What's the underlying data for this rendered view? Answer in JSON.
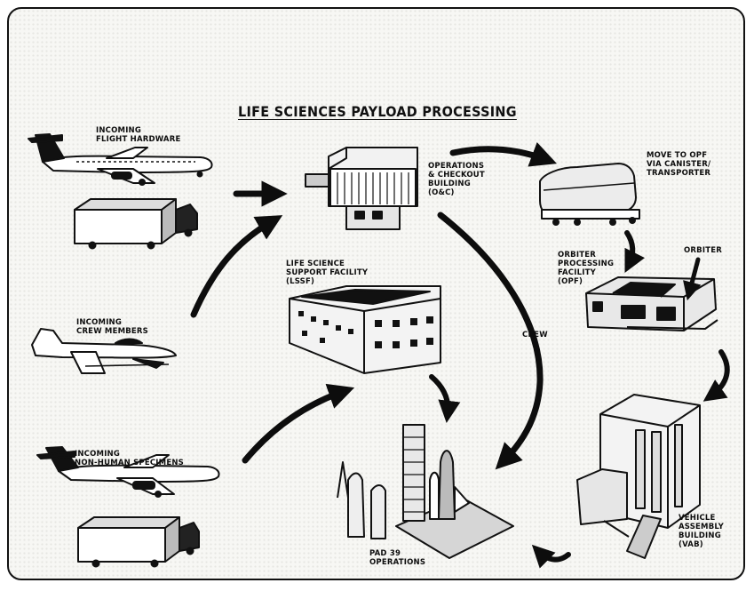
{
  "title": "LIFE SCIENCES PAYLOAD PROCESSING",
  "labels": {
    "incoming_flight_hardware": "INCOMING\nFLIGHT HARDWARE",
    "incoming_crew_members": "INCOMING\nCREW MEMBERS",
    "incoming_non_human_specimens": "INCOMING\nNON-HUMAN SPECIMENS",
    "ocb": "OPERATIONS\n& CHECKOUT\nBUILDING\n(O&C)",
    "move_to_opf": "MOVE TO OPF\nVIA CANISTER/\nTRANSPORTER",
    "lssf": "LIFE SCIENCE\nSUPPORT FACILITY\n(LSSF)",
    "opf": "ORBITER\nPROCESSING\nFACILITY\n(OPF)",
    "orbiter": "ORBITER",
    "crew": "CREW",
    "vab": "VEHICLE\nASSEMBLY\nBUILDING\n(VAB)",
    "pad39": "PAD 39\nOPERATIONS"
  }
}
